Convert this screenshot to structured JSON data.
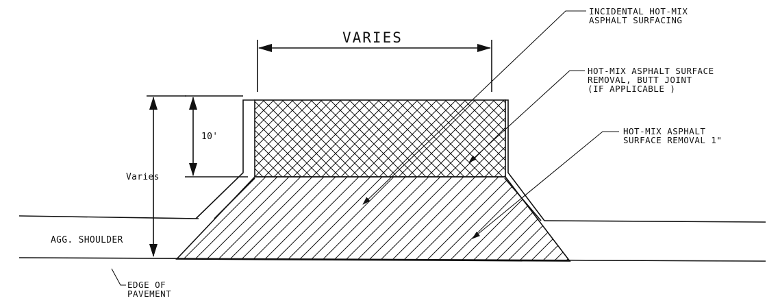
{
  "labels": {
    "varies_top": "VARIES",
    "ten_ft": "10'",
    "varies_side": "Varies",
    "agg_shoulder": "AGG. SHOULDER",
    "edge_of_pavement": [
      "EDGE OF",
      "PAVEMENT"
    ],
    "incidental": [
      "INCIDENTAL HOT-MIX",
      "ASPHALT SURFACING"
    ],
    "butt_joint": [
      "HOT-MIX ASPHALT SURFACE",
      "REMOVAL, BUTT JOINT",
      "(IF APPLICABLE )"
    ],
    "surface_removal": [
      "HOT-MIX ASPHALT",
      "SURFACE REMOVAL 1\""
    ]
  }
}
